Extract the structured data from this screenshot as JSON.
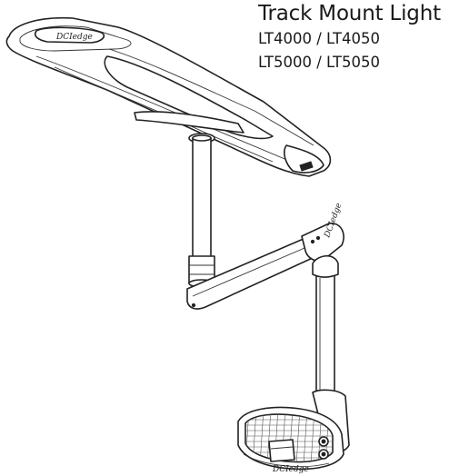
{
  "title": {
    "heading": "Track Mount Light",
    "models_line1": "LT4000 / LT4050",
    "models_line2": "LT5000 / LT5050"
  },
  "brand_marks": {
    "track_logo": "DCIedge",
    "arm_logo": "DCIedge",
    "head_logo": "DCIedge"
  }
}
